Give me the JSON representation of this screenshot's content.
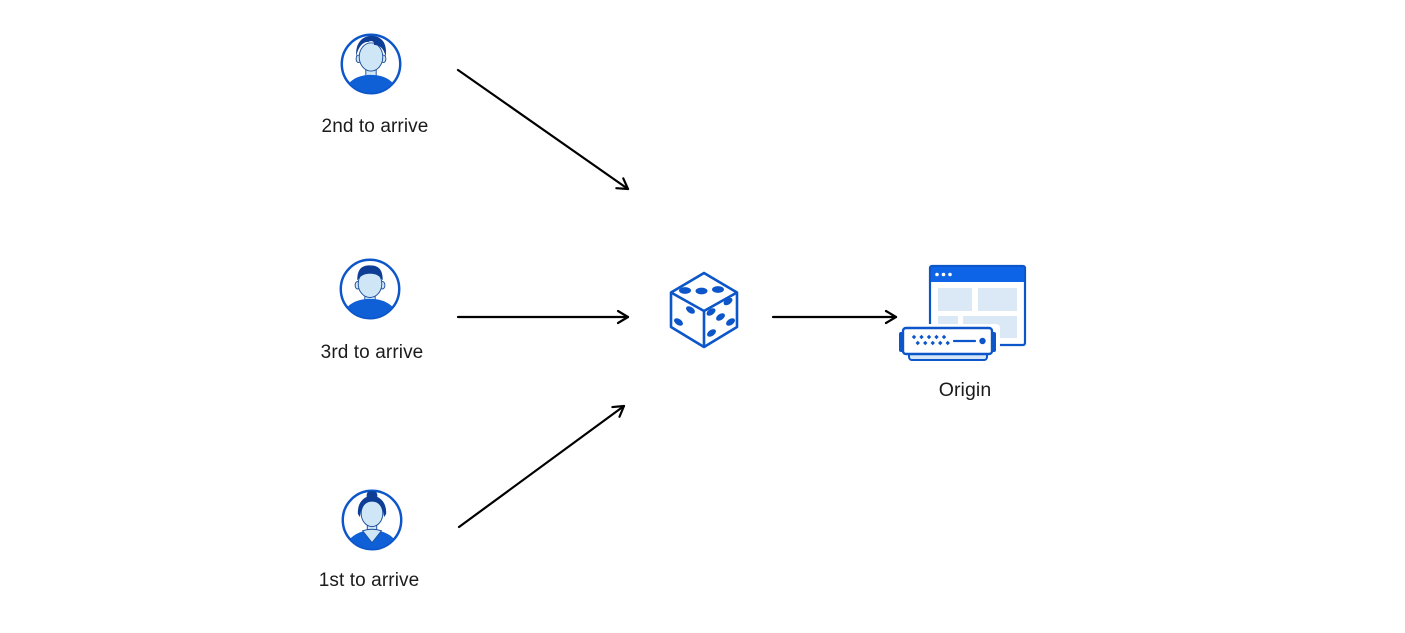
{
  "palette": {
    "primary": "#0c56c9",
    "titlebar": "#0d64e6",
    "shirt": "#0f5fd7",
    "hair": "#0e3d96",
    "face": "#cfe6f6",
    "face_line": "#1d4f9e",
    "block": "#dbe9f7",
    "base": "#d4e6f8",
    "arrow": "#000000",
    "text": "#1b1b1b",
    "background": "#ffffff"
  },
  "nodes": {
    "client_top": {
      "label": "2nd to arrive",
      "icon": "male-user-avatar"
    },
    "client_middle": {
      "label": "3rd to arrive",
      "icon": "male-user-avatar"
    },
    "client_bottom": {
      "label": "1st to arrive",
      "icon": "female-user-avatar"
    },
    "randomizer": {
      "icon": "dice"
    },
    "origin": {
      "label": "Origin",
      "icon": "origin-server-and-browser"
    }
  },
  "arrows": [
    {
      "from": "client_top",
      "to": "randomizer"
    },
    {
      "from": "client_middle",
      "to": "randomizer"
    },
    {
      "from": "client_bottom",
      "to": "randomizer"
    },
    {
      "from": "randomizer",
      "to": "origin"
    }
  ]
}
